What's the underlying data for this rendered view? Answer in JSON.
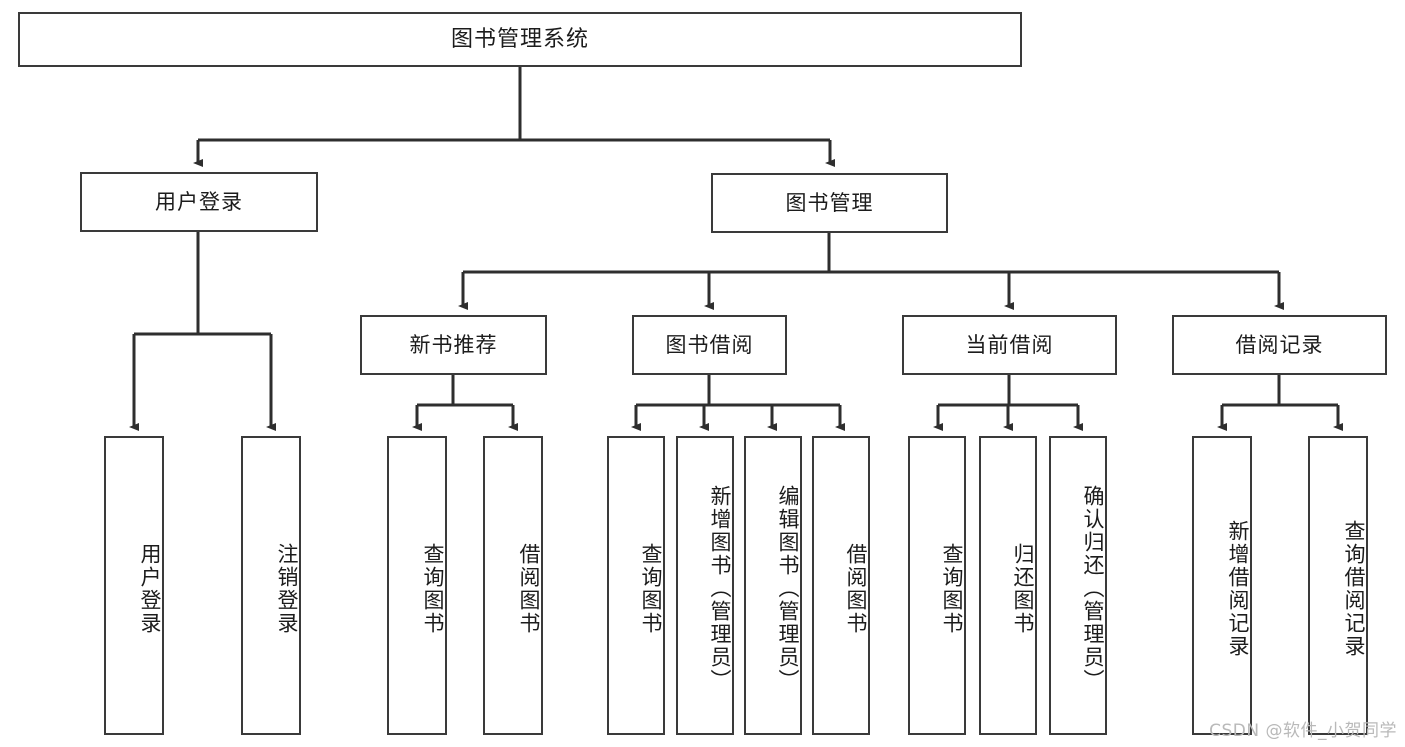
{
  "diagram": {
    "type": "tree",
    "title": "图书管理系统",
    "root": {
      "label": "图书管理系统"
    },
    "level1": [
      {
        "label": "用户登录"
      },
      {
        "label": "图书管理"
      }
    ],
    "level2": [
      {
        "label": "新书推荐"
      },
      {
        "label": "图书借阅"
      },
      {
        "label": "当前借阅"
      },
      {
        "label": "借阅记录"
      }
    ],
    "leaves": {
      "user_login": [
        {
          "label": "用户登录"
        },
        {
          "label": "注销登录"
        }
      ],
      "new_book_recommend": [
        {
          "label": "查询图书"
        },
        {
          "label": "借阅图书"
        }
      ],
      "book_borrow": [
        {
          "label": "查询图书"
        },
        {
          "label": "新增图书（管理员）"
        },
        {
          "label": "编辑图书（管理员）"
        },
        {
          "label": "借阅图书"
        }
      ],
      "current_borrow": [
        {
          "label": "查询图书"
        },
        {
          "label": "归还图书"
        },
        {
          "label": "确认归还（管理员）"
        }
      ],
      "borrow_record": [
        {
          "label": "新增借阅记录"
        },
        {
          "label": "查询借阅记录"
        }
      ]
    }
  },
  "watermark": {
    "text": "CSDN @软件_小贺同学"
  },
  "colors": {
    "background": "#ffffff",
    "border": "#3a3a3a",
    "text": "#1c1c1c",
    "watermark": "#b9b9b9"
  }
}
